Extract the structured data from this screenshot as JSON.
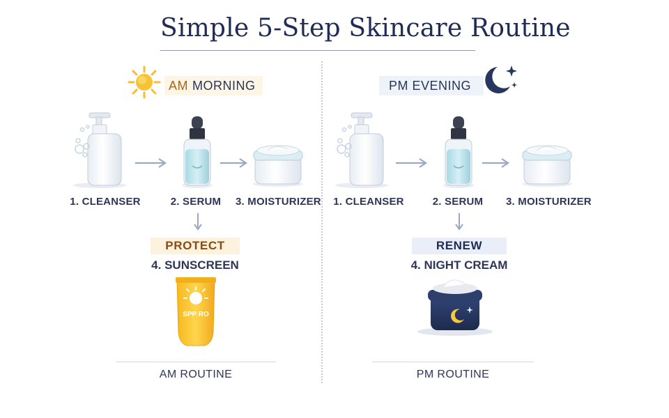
{
  "title": "Simple 5-Step Skincare Routine",
  "am": {
    "badge_accent": "AM",
    "badge_text": "MORNING",
    "steps": [
      "1. CLEANSER",
      "2. SERUM",
      "3. MOISTURIZER"
    ],
    "extra_badge": "PROTECT",
    "extra_step": "4. SUNSCREEN",
    "sunscreen_text": "SPP RO",
    "footer": "AM ROUTINE"
  },
  "pm": {
    "badge_text": "PM EVENING",
    "steps": [
      "1. CLEANSER",
      "2. SERUM",
      "3. MOISTURIZER"
    ],
    "extra_badge": "RENEW",
    "extra_step": "4. NIGHT CREAM",
    "footer": "PM ROUTINE"
  },
  "icons": {
    "am": "sun-icon",
    "pm": "crescent-moon-icon",
    "cleanser": "pump-bottle-icon",
    "serum": "dropper-bottle-icon",
    "moisturizer": "cream-jar-icon",
    "sunscreen": "sunscreen-tube-icon",
    "night_cream": "night-cream-jar-icon",
    "arrow": "arrow-icon"
  },
  "colors": {
    "navy": "#1f2c56",
    "am_accent": "#a3661b",
    "sun": "#f6bd2c",
    "serum_liquid": "#bfe4ec",
    "night_jar": "#26375f"
  }
}
